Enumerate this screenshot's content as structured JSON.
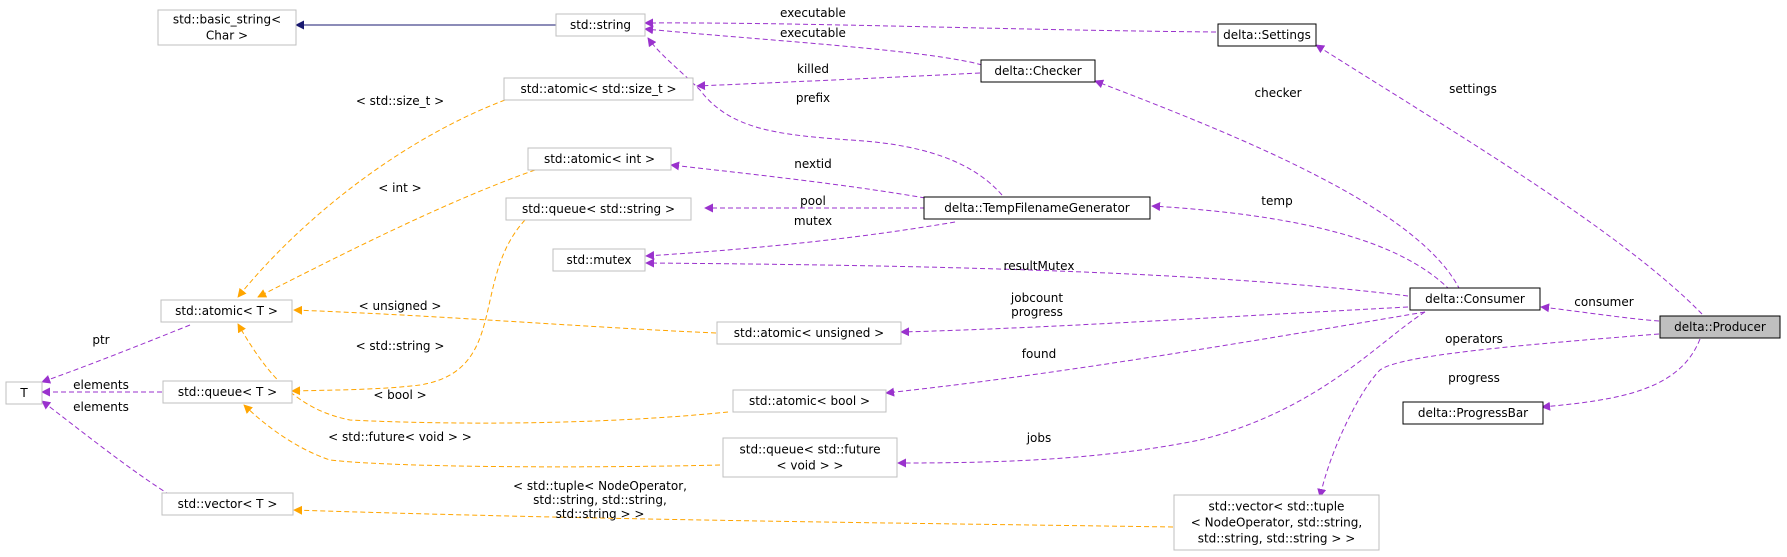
{
  "diagram": {
    "nodes": {
      "basic_string": [
        "std::basic_string<",
        "Char >"
      ],
      "std_string": [
        "std::string"
      ],
      "settings": [
        "delta::Settings"
      ],
      "checker": [
        "delta::Checker"
      ],
      "atomic_size_t": [
        "std::atomic< std::size_t >"
      ],
      "atomic_int": [
        "std::atomic< int >"
      ],
      "queue_string": [
        "std::queue< std::string >"
      ],
      "tfg": [
        "delta::TempFilenameGenerator"
      ],
      "mutex": [
        "std::mutex"
      ],
      "atomic_T": [
        "std::atomic< T >"
      ],
      "T": [
        "T"
      ],
      "queue_T": [
        "std::queue< T >"
      ],
      "vector_T": [
        "std::vector< T >"
      ],
      "atomic_unsigned": [
        "std::atomic< unsigned >"
      ],
      "atomic_bool": [
        "std::atomic< bool >"
      ],
      "queue_future": [
        "std::queue< std::future",
        "< void > >"
      ],
      "vector_tuple": [
        "std::vector< std::tuple",
        "< NodeOperator, std::string,",
        "std::string, std::string > >"
      ],
      "consumer": [
        "delta::Consumer"
      ],
      "producer": [
        "delta::Producer"
      ],
      "progressbar": [
        "delta::ProgressBar"
      ]
    },
    "edges": {
      "executable1": [
        "executable"
      ],
      "executable2": [
        "executable"
      ],
      "killed": [
        "killed"
      ],
      "prefix": [
        "prefix"
      ],
      "nextid": [
        "nextid"
      ],
      "pool": [
        "pool"
      ],
      "mutex": [
        "mutex"
      ],
      "checker": [
        "checker"
      ],
      "settings": [
        "settings"
      ],
      "temp": [
        "temp"
      ],
      "resultMutex": [
        "resultMutex"
      ],
      "jobcount": [
        "jobcount",
        "progress"
      ],
      "found": [
        "found"
      ],
      "jobs": [
        "jobs"
      ],
      "consumer": [
        "consumer"
      ],
      "operators": [
        "operators"
      ],
      "progress": [
        "progress"
      ],
      "ptr": [
        "ptr"
      ],
      "elements1": [
        "elements"
      ],
      "elements2": [
        "elements"
      ],
      "size_t": [
        "< std::size_t >"
      ],
      "int": [
        "< int >"
      ],
      "unsigned": [
        "< unsigned >"
      ],
      "string": [
        "< std::string >"
      ],
      "bool": [
        "< bool >"
      ],
      "future": [
        "< std::future< void > >"
      ],
      "tuple": [
        "< std::tuple< NodeOperator,",
        "std::string, std::string,",
        "std::string > >"
      ]
    }
  }
}
